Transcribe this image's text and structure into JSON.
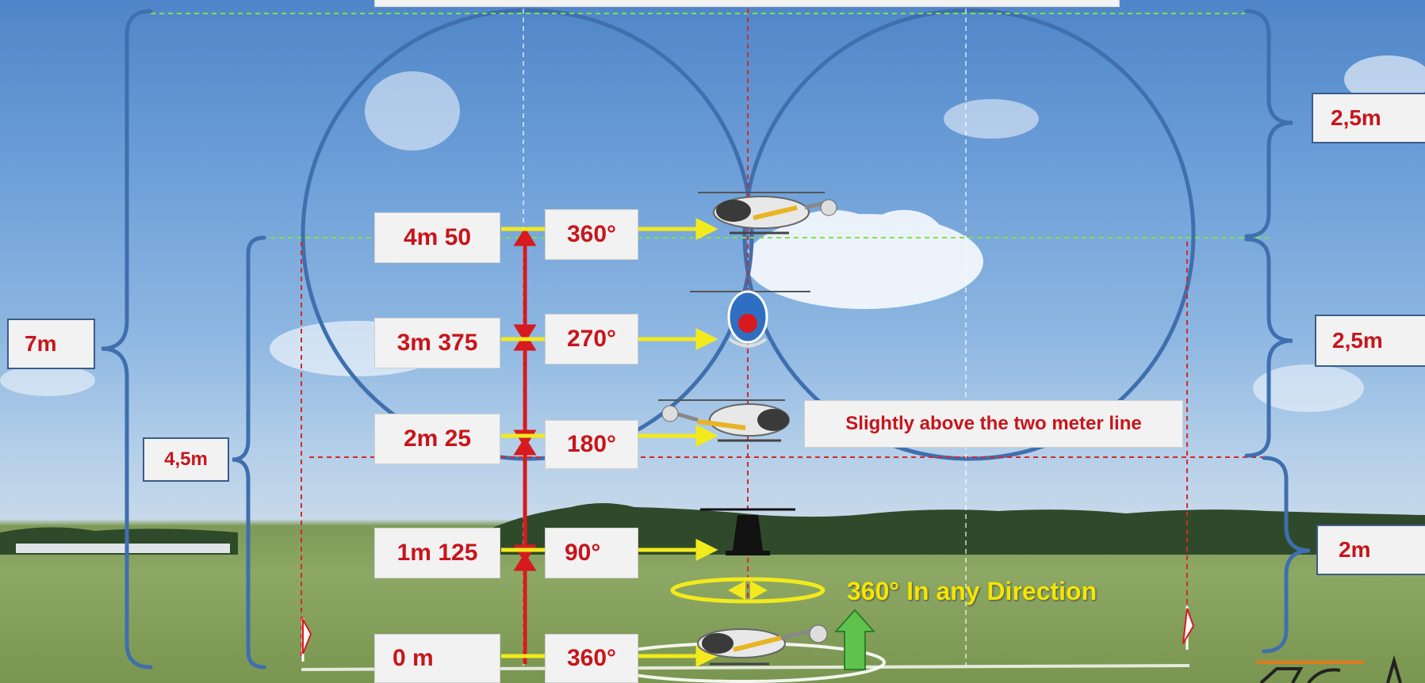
{
  "heights": [
    "4m 50",
    "3m 375",
    "2m 25",
    "1m 125",
    "0 m"
  ],
  "angles": [
    "360°",
    "270°",
    "180°",
    "90°",
    "360°"
  ],
  "dimensions": {
    "total": "7m",
    "lower": "4,5m",
    "right_top": "2,5m",
    "right_middle": "2,5m",
    "right_bottom": "2m"
  },
  "note": "Slightly above the two meter line",
  "pirouette_label": "360° In any Direction",
  "colors": {
    "label_text": "#c8151b",
    "circle": "#3f6fae",
    "arrow_yellow": "#f2ea1c",
    "arrow_red": "#d61a1f",
    "arrow_green": "#5fc24c",
    "guide_red": "#d9262a",
    "guide_green": "#7fe04a"
  }
}
